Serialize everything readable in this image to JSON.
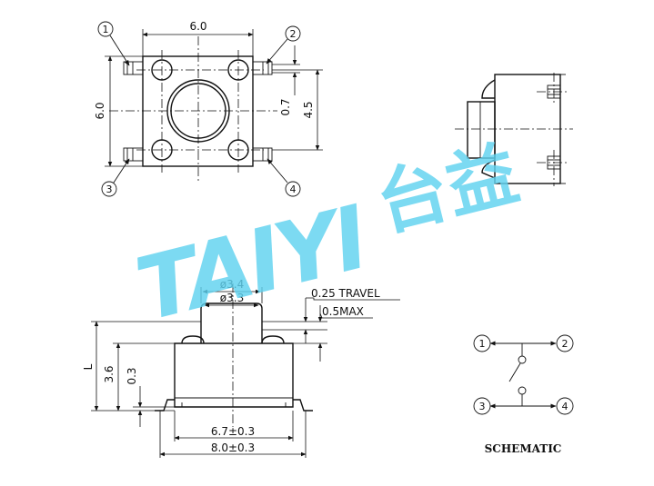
{
  "top_view": {
    "width_label": "6.0",
    "height_label": "6.0",
    "pin_pitch_label": "4.5",
    "lead_width_label": "0.7",
    "pins": [
      "1",
      "2",
      "3",
      "4"
    ]
  },
  "side_view": {
    "cap_diameter_outer": "ø3.4",
    "cap_diameter_inner": "ø3.3",
    "travel_label": "0.25 TRAVEL",
    "max_label": "0.5MAX",
    "height_L": "L",
    "body_height": "3.6",
    "standoff": "0.3",
    "body_width": "6.7±0.3",
    "lead_span": "8.0±0.3"
  },
  "schematic": {
    "title": "SCHEMATIC",
    "pins": [
      "1",
      "2",
      "3",
      "4"
    ]
  },
  "watermark": {
    "latin": "TAIYI",
    "chinese": "台益"
  }
}
